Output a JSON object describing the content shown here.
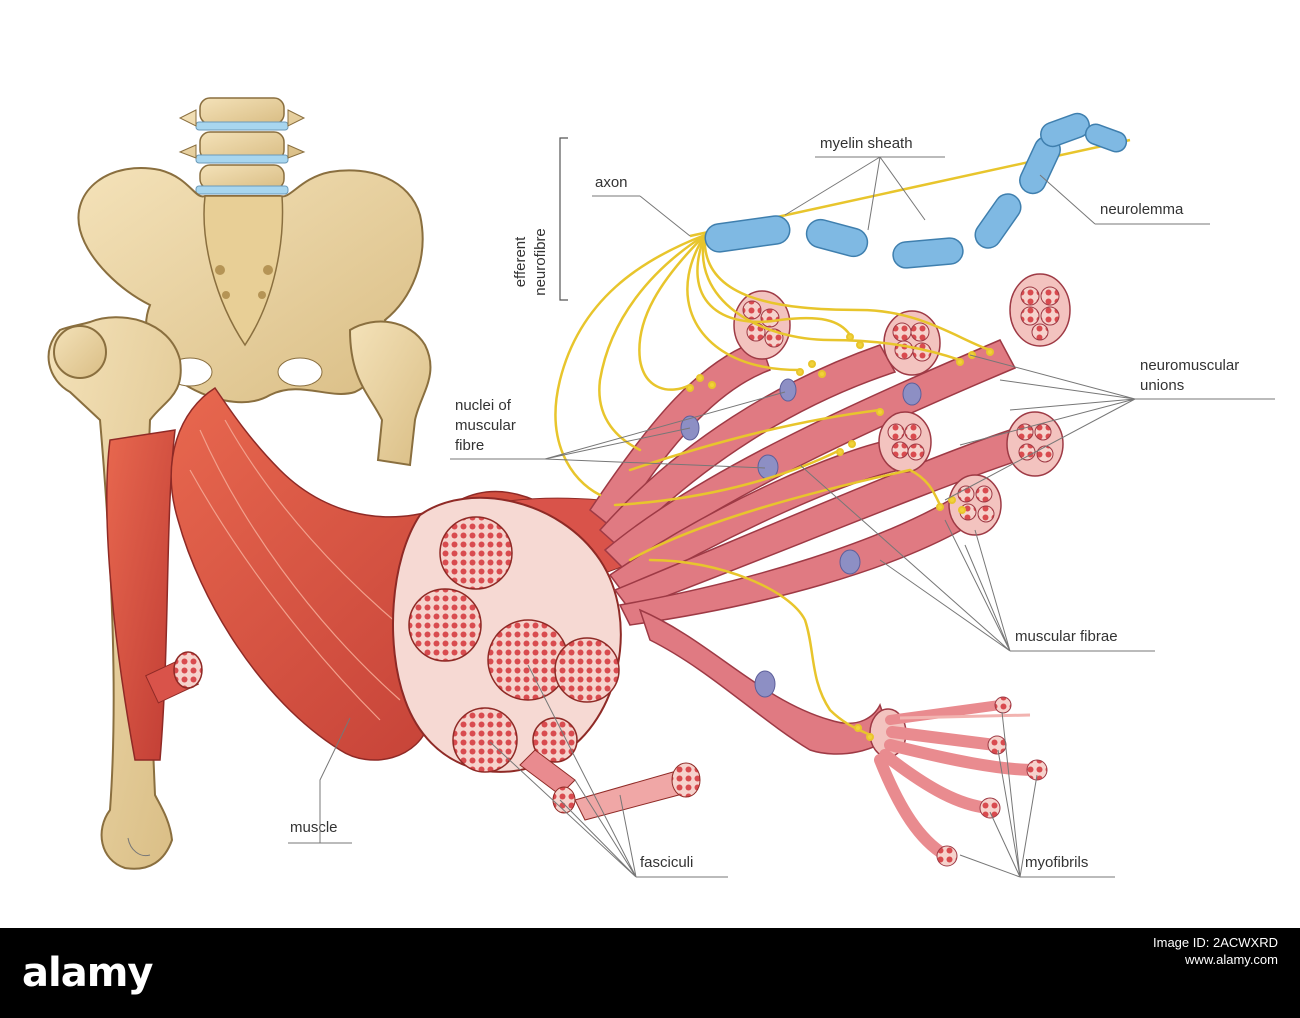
{
  "labels": {
    "efferent_line1": "efferent",
    "efferent_line2": "neurofibre",
    "axon": "axon",
    "myelin_sheath": "myelin sheath",
    "neurolemma": "neurolemma",
    "neuromuscular_line1": "neuromuscular",
    "neuromuscular_line2": "unions",
    "nuclei_line1": "nuclei of",
    "nuclei_line2": "muscular",
    "nuclei_line3": "fibre",
    "muscular_fibrae": "muscular fibrae",
    "muscle": "muscle",
    "fasciculi": "fasciculi",
    "myofibrils": "myofibrils"
  },
  "footer": {
    "logo": "alamy",
    "image_id_label": "Image ID: 2ACWXRD",
    "site": "www.alamy.com"
  },
  "colors": {
    "bone": "#ecd7a6",
    "muscle": "#d9534a",
    "fibre": "#e07a82",
    "myelin": "#7fb9e3",
    "nerve": "#f1d23a",
    "nucleus": "#8d8fc4"
  }
}
